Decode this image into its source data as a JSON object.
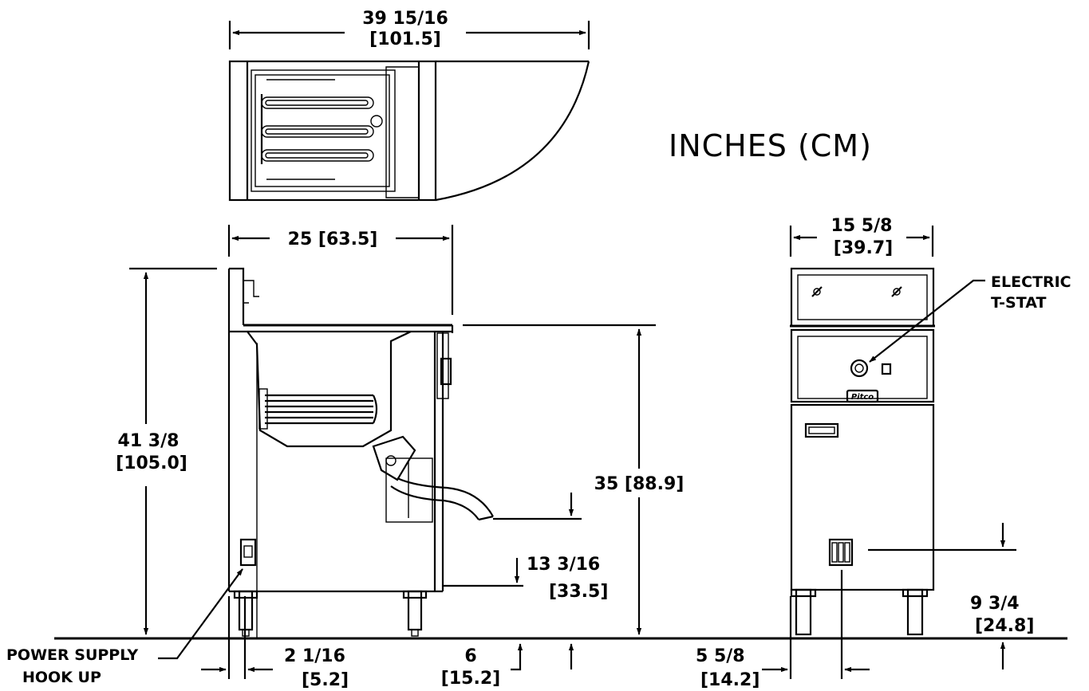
{
  "units_note": "INCHES (CM)",
  "top_view": {
    "overall_width": {
      "in": "39 15/16",
      "cm": "[101.5]"
    }
  },
  "side_view": {
    "depth": "25 [63.5]",
    "overall_height": {
      "in": "41 3/8",
      "cm": "[105.0]"
    },
    "work_height": "35 [88.9]",
    "drain_height": {
      "in": "13 3/16",
      "cm": "[33.5]"
    },
    "power_offset": {
      "in": "2 1/16",
      "cm": "[5.2]"
    },
    "leg_height": {
      "in": "6",
      "cm": "[15.2]"
    },
    "power_label": [
      "POWER SUPPLY",
      "HOOK UP"
    ]
  },
  "front_view": {
    "width": {
      "in": "15 5/8",
      "cm": "[39.7]"
    },
    "tstat_label": [
      "ELECTRIC",
      "T-STAT"
    ],
    "power_height": {
      "in": "9 3/4",
      "cm": "[24.8]"
    },
    "power_offset": {
      "in": "5 5/8",
      "cm": "[14.2]"
    },
    "brand": "Pitco"
  }
}
